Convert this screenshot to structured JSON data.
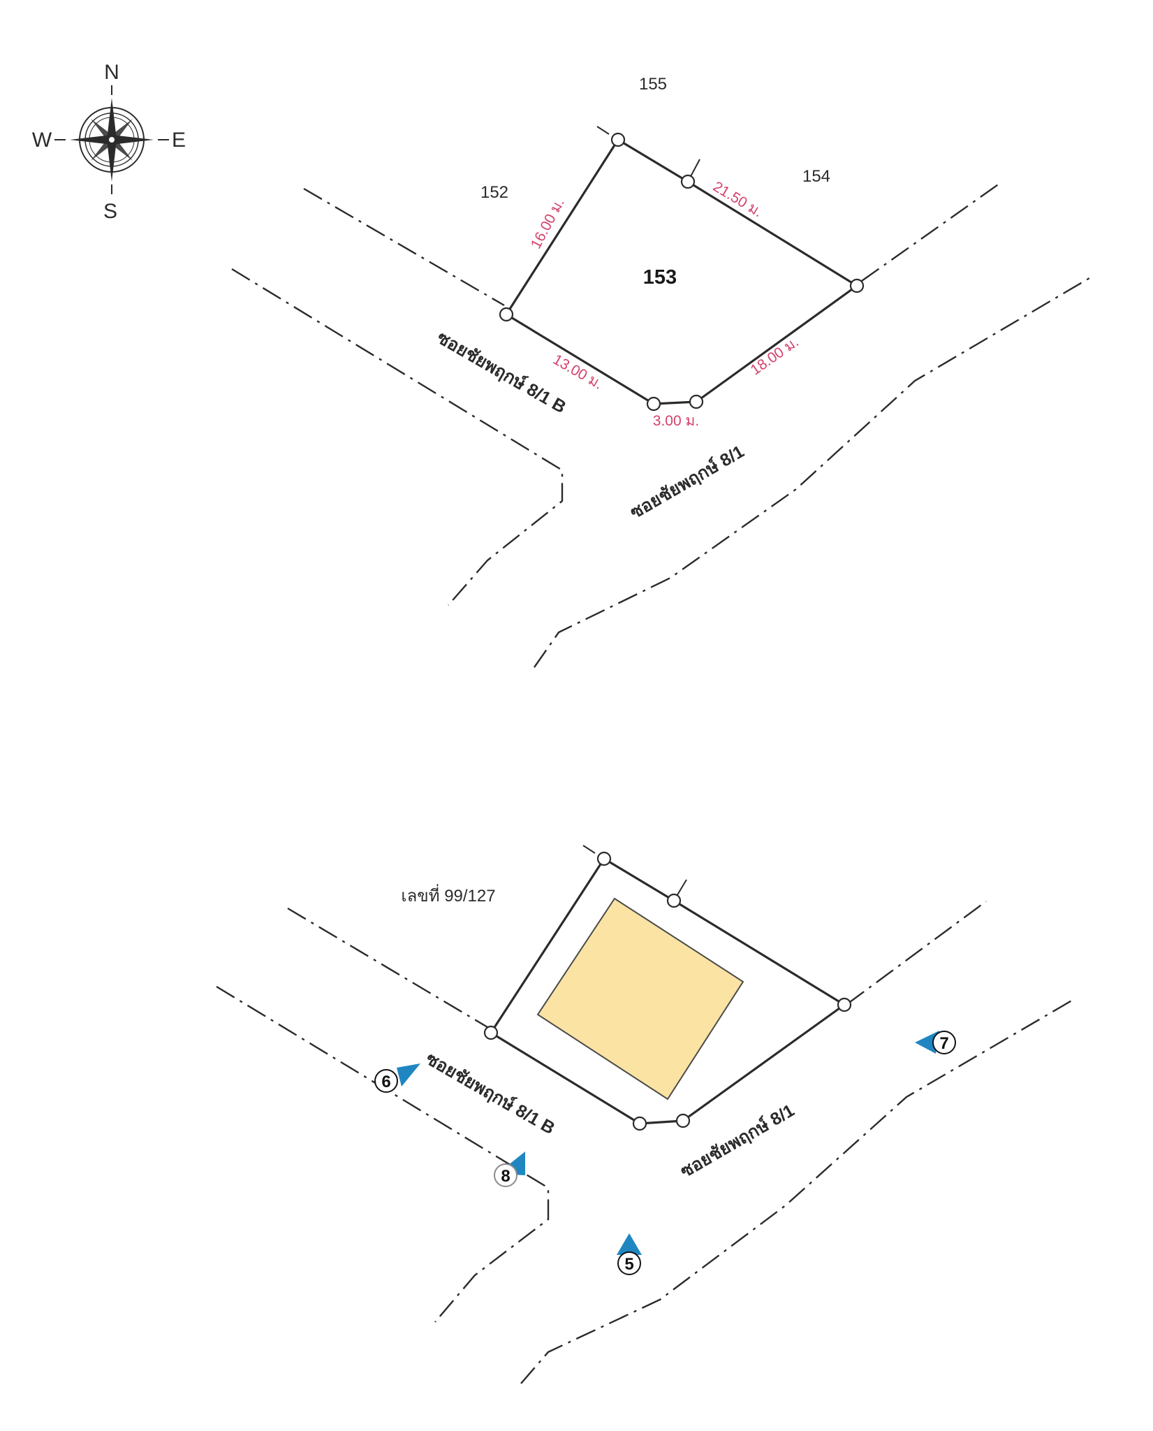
{
  "compass": {
    "north": "N",
    "south": "S",
    "east": "E",
    "west": "W"
  },
  "top_map": {
    "plot_number": "153",
    "neighbors": {
      "north": "155",
      "west": "152",
      "east": "154"
    },
    "dimensions": {
      "west_side": "16.00 ม.",
      "northeast_side": "21.50 ม.",
      "southwest_side": "13.00 ม.",
      "south_side": "3.00 ม.",
      "southeast_side": "18.00 ม."
    },
    "roads": {
      "road_b": "ซอยชัยพฤกษ์ 8/1 B",
      "road_main": "ซอยชัยพฤกษ์ 8/1"
    }
  },
  "bottom_map": {
    "address": "เลขที่ 99/127",
    "roads": {
      "road_b": "ซอยชัยพฤกษ์ 8/1 B",
      "road_main": "ซอยชัยพฤกษ์ 8/1"
    },
    "viewpoints": [
      "5",
      "6",
      "7",
      "8"
    ]
  },
  "colors": {
    "line": "#2b2b2b",
    "dimension_text": "#d4436c",
    "building_fill": "#fbe3a4",
    "building_stroke": "#4a4a4a",
    "viewpoint_marker": "#1f86c2"
  }
}
